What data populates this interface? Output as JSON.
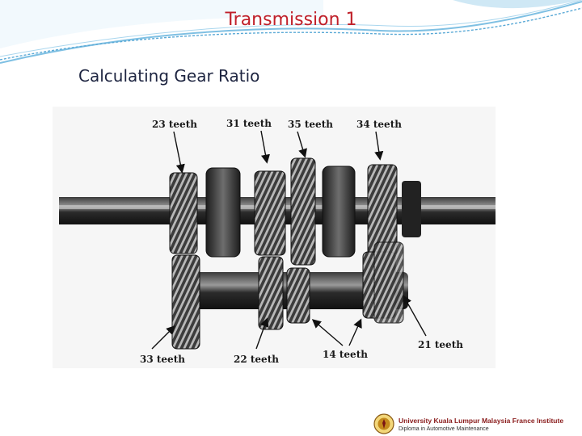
{
  "slide": {
    "title": "Transmission 1",
    "subtitle": "Calculating Gear Ratio"
  },
  "gear_labels": {
    "top_1": "23 teeth",
    "top_2": "31 teeth",
    "top_3": "35 teeth",
    "top_4": "34 teeth",
    "bottom_1": "33 teeth",
    "bottom_2": "22 teeth",
    "bottom_3": "14 teeth",
    "bottom_4": "21 teeth"
  },
  "footer": {
    "institute": "University Kuala Lumpur Malaysia France Institute",
    "program": "Diploma in Automotive Maintenance"
  },
  "colors": {
    "title": "#c0202a",
    "subtitle": "#1d2440",
    "header_deco": "#5aa9d6"
  }
}
